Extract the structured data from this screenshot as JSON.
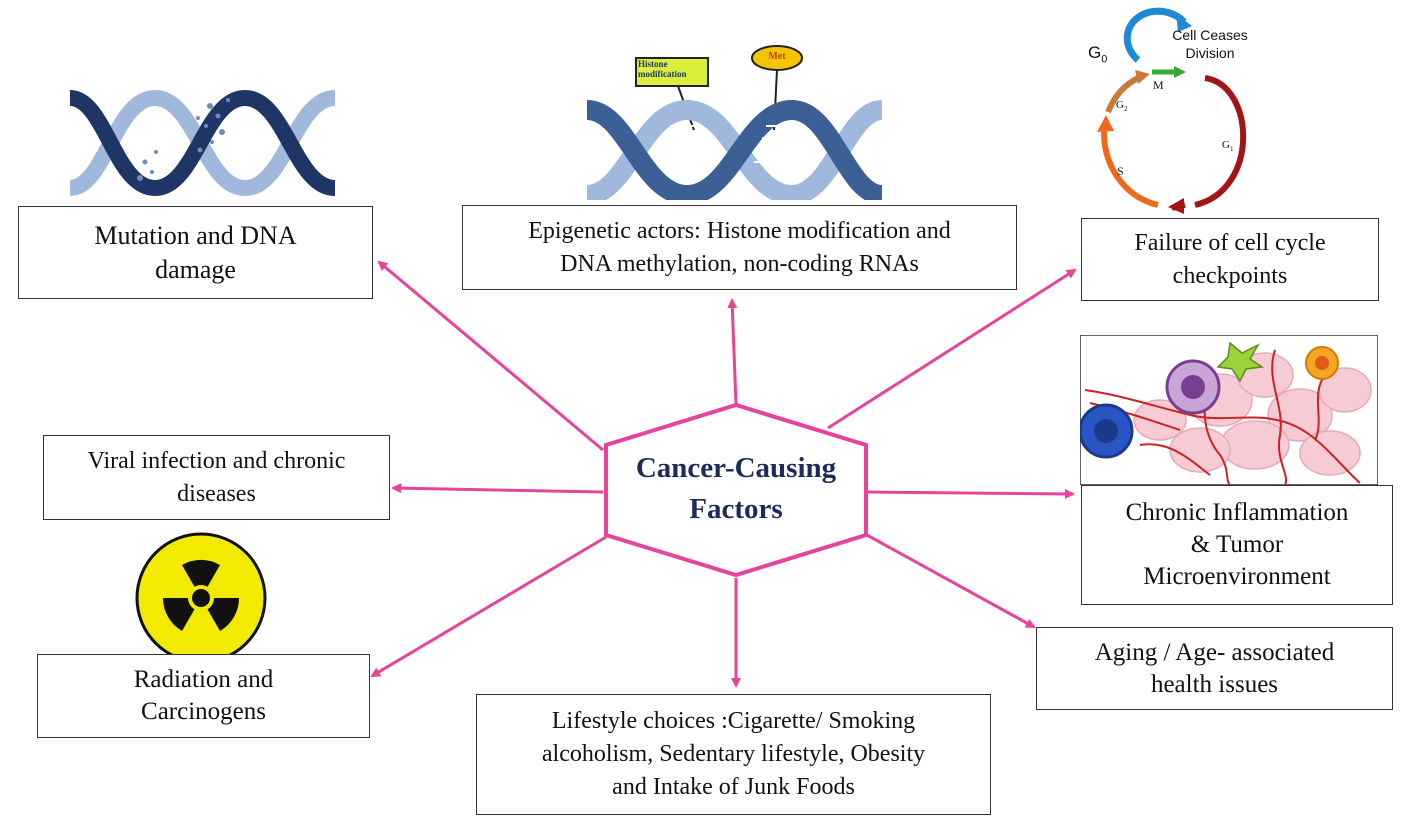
{
  "center": {
    "line1": "Cancer-Causing",
    "line2": "Factors"
  },
  "factors": {
    "mutation": [
      "Mutation and DNA",
      "damage"
    ],
    "epigenetic": [
      "Epigenetic actors: Histone modification and",
      "DNA methylation, non-coding RNAs"
    ],
    "cell_cycle": [
      "Failure of cell cycle",
      "checkpoints"
    ],
    "viral": [
      "Viral infection and chronic",
      "diseases"
    ],
    "inflammation": [
      "Chronic Inflammation",
      "& Tumor",
      "Microenvironment"
    ],
    "radiation": [
      "Radiation and",
      "Carcinogens"
    ],
    "aging": [
      "Aging / Age- associated",
      "health issues"
    ],
    "lifestyle": [
      "Lifestyle choices :Cigarette/ Smoking",
      "alcoholism, Sedentary lifestyle, Obesity",
      "and Intake of Junk Foods"
    ]
  },
  "epigenetic_tags": {
    "histone": [
      "Histone",
      "modification"
    ],
    "met": "Met"
  },
  "cell_cycle_diagram": {
    "title": [
      "Cell Ceases",
      "Division"
    ],
    "g0": "G",
    "g0_sub": "0",
    "m": "M",
    "g2": "G",
    "g2_sub": "2",
    "s": "S",
    "g1": "G",
    "g1_sub": "1"
  },
  "colors": {
    "hexagon": "#e8439a",
    "arrow": "#e8439a",
    "center_text": "#1d2b5c",
    "dna_dark": "#1f3566",
    "dna_light": "#9fb8dc",
    "radiation_yellow": "#f2ea00"
  },
  "icons": {
    "dna_damage": "dna-damage-icon",
    "dna_epigenetic": "dna-epigenetic-icon",
    "cell_cycle": "cell-cycle-icon",
    "tumor": "tumor-microenvironment-icon",
    "radiation": "radiation-icon"
  }
}
